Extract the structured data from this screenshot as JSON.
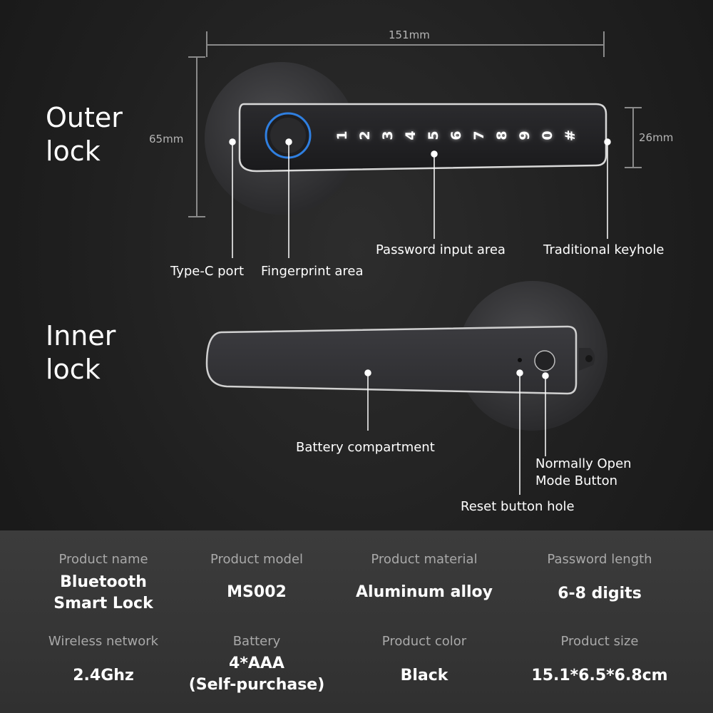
{
  "outer": {
    "heading": "Outer\nlock",
    "dims": {
      "width": "151mm",
      "height": "65mm",
      "bar": "26mm"
    },
    "keys": [
      "1",
      "2",
      "3",
      "4",
      "5",
      "6",
      "7",
      "8",
      "9",
      "0",
      "#"
    ],
    "labels": {
      "type_c": "Type-C port",
      "fingerprint": "Fingerprint area",
      "password": "Password input area",
      "keyhole": "Traditional keyhole"
    }
  },
  "inner": {
    "heading": "Inner\nlock",
    "labels": {
      "battery": "Battery compartment",
      "normally_open": "Normally Open\nMode Button",
      "reset": "Reset button hole"
    }
  },
  "specs": [
    {
      "key": "Product name",
      "value": "Bluetooth\nSmart Lock"
    },
    {
      "key": "Product model",
      "value": "MS002"
    },
    {
      "key": "Product material",
      "value": "Aluminum alloy"
    },
    {
      "key": "Password length",
      "value": "6-8 digits"
    },
    {
      "key": "Wireless network",
      "value": "2.4Ghz"
    },
    {
      "key": "Battery",
      "value": "4*AAA\n(Self-purchase)"
    },
    {
      "key": "Product color",
      "value": "Black"
    },
    {
      "key": "Product size",
      "value": "15.1*6.5*6.8cm"
    }
  ],
  "colors": {
    "background": "#222222",
    "spec_panel": "#363636",
    "lock_body": "#3a3a3c",
    "fingerprint_ring": "#2f7fe0",
    "key_glow": "#ffffff"
  }
}
